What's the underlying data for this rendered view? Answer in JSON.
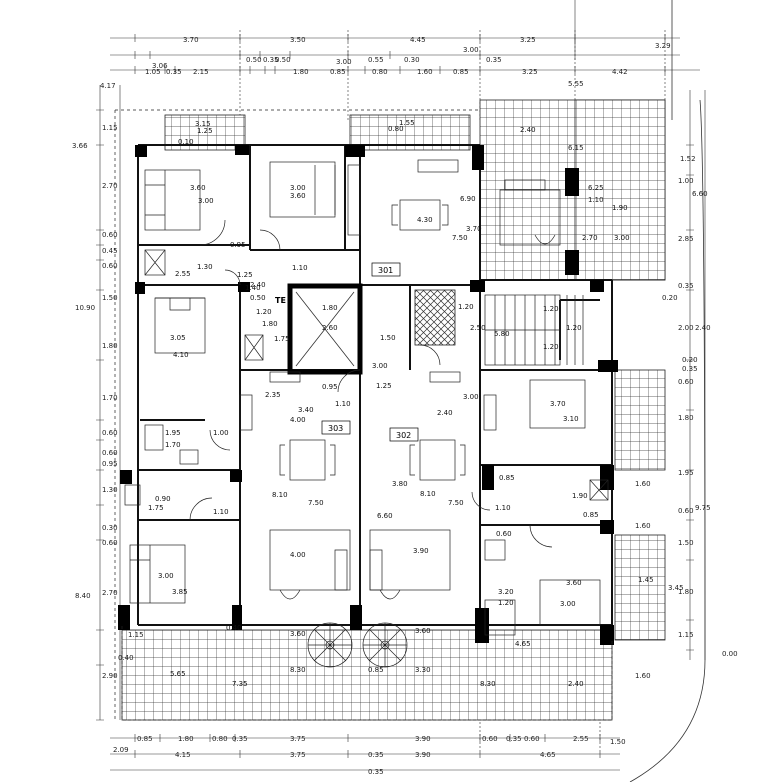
{
  "units": {
    "unit_301": "301",
    "unit_302": "302",
    "unit_303": "303",
    "te": "TE"
  },
  "dims_top_row1": {
    "a": "3.70",
    "b": "3.50",
    "c": "4.45",
    "d": "3.25",
    "e": "3.29"
  },
  "dims_top_row2": {
    "a": "3.06",
    "b": "3.00",
    "c": "0.55",
    "d": "0.30",
    "e": "3.00",
    "f": "0.35"
  },
  "dims_top_row3": {
    "a": "1.05",
    "b": "0.35",
    "c": "2.15",
    "d": "0.50",
    "e": "0.35",
    "f": "0.50",
    "g": "1.80",
    "h": "0.85",
    "i": "0.80",
    "j": "1.60",
    "k": "0.85",
    "l": "3.25",
    "m": "4.42"
  },
  "dims_left": {
    "a": "4.17",
    "b": "1.15",
    "c": "3.66",
    "d": "2.70",
    "e": "0.60",
    "f": "0.45",
    "g": "0.60",
    "h": "1.50",
    "i": "10.90",
    "j": "1.80",
    "k": "1.70",
    "l": "0.60",
    "m": "0.60",
    "n": "0.95",
    "o": "1.30",
    "p": "0.30",
    "q": "0.60",
    "r": "8.40",
    "s": "2.70",
    "t": "1.15",
    "u": "0.40",
    "v": "2.90"
  },
  "dims_right": {
    "a": "5.55",
    "b": "6.15",
    "c": "1.52",
    "d": "1.00",
    "e": "6.60",
    "f": "6.25",
    "g": "1.10",
    "h": "2.85",
    "i": "0.35",
    "j": "0.20",
    "k": "2.00",
    "l": "2.40",
    "m": "0.20",
    "n": "0.35",
    "o": "0.60",
    "p": "1.80",
    "q": "1.95",
    "r": "1.60",
    "s": "0.60",
    "t": "9.75",
    "u": "1.60",
    "v": "1.50",
    "w": "1.80",
    "x": "3.45",
    "y": "1.15",
    "z": "0.00",
    "aa": "1.60",
    "ab": "1.45"
  },
  "dims_bottom": {
    "a": "0.85",
    "b": "1.80",
    "c": "0.80",
    "d": "0.35",
    "e": "3.75",
    "f": "3.90",
    "g": "0.60",
    "h": "0.35",
    "i": "0.60",
    "j": "2.55",
    "k": "1.50",
    "l": "2.09",
    "m": "4.15",
    "n": "3.75",
    "o": "0.35",
    "p": "3.90",
    "q": "4.65",
    "r": "0.35"
  },
  "rooms": {
    "r1": "3.15",
    "r2": "1.25",
    "r3": "0.10",
    "r4": "3.60",
    "r5": "3.00",
    "r6": "3.00",
    "r7": "3.60",
    "r8": "0.95",
    "r9": "2.55",
    "r10": "1.30",
    "r11": "1.25",
    "r12": "1.10",
    "r13": "1.40",
    "r14": "0.50",
    "r15": "1.80",
    "r16": "2.60",
    "r17": "3.05",
    "r18": "4.10",
    "r19": "1.75",
    "r20": "1.80",
    "r21": "1.50",
    "r22": "2.35",
    "r23": "0.95",
    "r24": "3.40",
    "r25": "1.10",
    "r26": "4.00",
    "r27": "1.25",
    "r28": "3.00",
    "r29": "1.95",
    "r30": "1.70",
    "r31": "1.00",
    "r32": "4.30",
    "r33": "6.90",
    "r34": "3.70",
    "r35": "7.50",
    "r36": "2.40",
    "r37": "2.70",
    "r38": "3.00",
    "r39": "1.20",
    "r40": "2.50",
    "r41": "5.80",
    "r42": "1.20",
    "r43": "1.20",
    "r44": "1.20",
    "r45": "3.00",
    "r46": "2.40",
    "r47": "3.70",
    "r48": "3.10",
    "r49": "8.10",
    "r50": "7.50",
    "r51": "3.80",
    "r52": "8.10",
    "r53": "7.50",
    "r54": "0.90",
    "r55": "1.75",
    "r56": "1.10",
    "r57": "6.60",
    "r58": "1.10",
    "r59": "0.85",
    "r60": "1.90",
    "r61": "0.85",
    "r62": "4.00",
    "r63": "3.90",
    "r64": "0.60",
    "r65": "3.00",
    "r66": "3.85",
    "r67": "3.60",
    "r68": "3.20",
    "r69": "3.00",
    "r70": "1.20",
    "r71": "3.60",
    "r72": "3.60",
    "r73": "8.30",
    "r74": "3.30",
    "r75": "5.65",
    "r76": "7.35",
    "r77": "0.85",
    "r78": "8.30",
    "r79": "2.40",
    "r80": "4.65",
    "r81": "1.20",
    "r82": "2.40",
    "r83": "0.40",
    "r84": "1.55",
    "r85": "0.80",
    "r86": "1.90"
  }
}
